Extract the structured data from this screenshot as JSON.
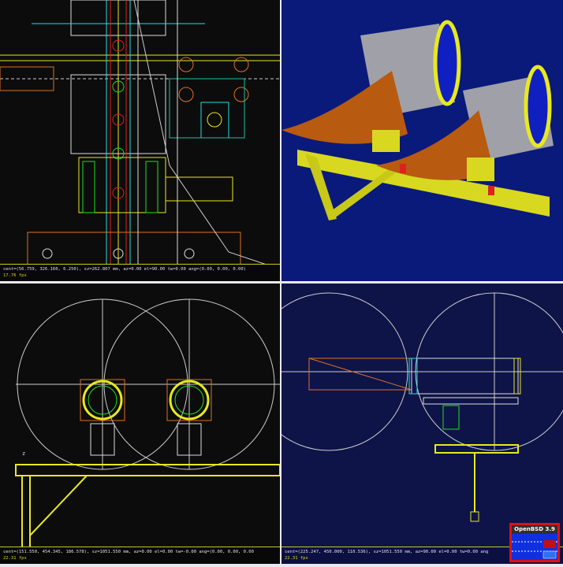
{
  "viewports": {
    "top_left": {
      "status": "cent=(56.759, 326.160, 6.250), sz=262.807 mm, az=0.00 el=90.00 tw=0.00 ang=(0.00, 0.00, 0.00)",
      "fps": "17.76 fps"
    },
    "top_right": {
      "view": "perspective"
    },
    "bottom_left": {
      "status": "cent=(151.550, 454.345, 186.578), sz=1051.550 mm, az=0.00 el=0.00 tw=-0.00 ang=(0.00, 0.00, 0.00",
      "fps": "22.31 fps",
      "axis_label": "z"
    },
    "bottom_right": {
      "status": "cent=(225.247, 450.000, 110.536), sz=1051.550 mm, az=90.00 el=0.00 tw=0.00 ang",
      "fps": "22.31 fps"
    }
  },
  "badge": {
    "title": "OpenBSD 3.9"
  },
  "colors": {
    "wire_yellow": "#e8e820",
    "wire_red": "#e02020",
    "wire_green": "#20e020",
    "wire_cyan": "#20e0e0",
    "wire_orange": "#e07020",
    "persp_bg": "#0a1a7a",
    "ortho_bg": "#0e1448"
  }
}
